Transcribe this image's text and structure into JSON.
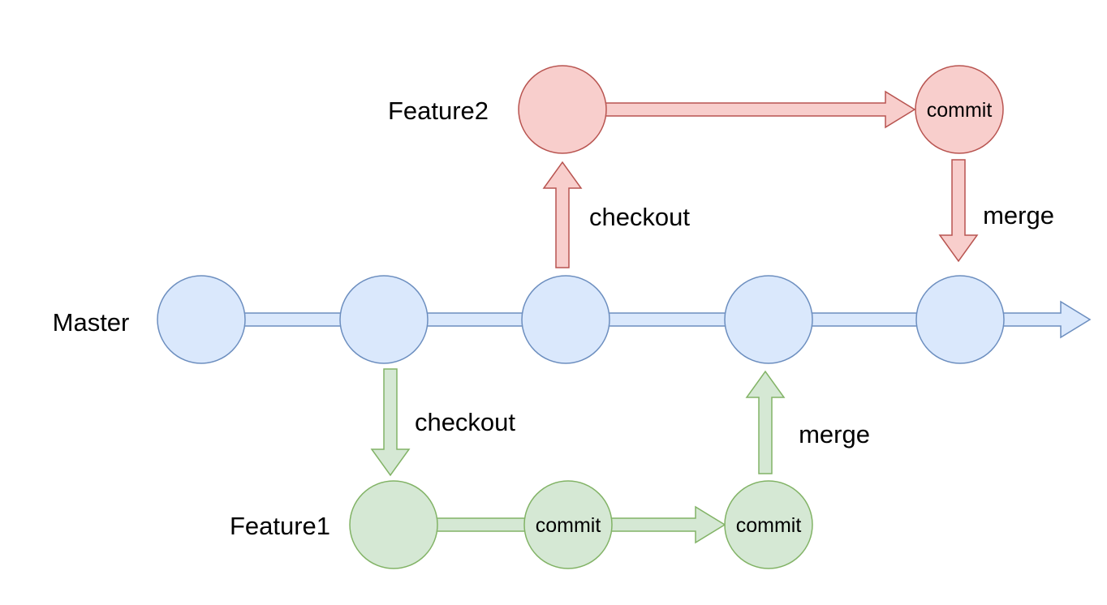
{
  "diagram": {
    "type": "git-branching-workflow"
  },
  "colors": {
    "background": "#ffffff",
    "text": "#000000",
    "master_fill": "#dae8fc",
    "master_stroke": "#6c8ebf",
    "feature1_fill": "#d5e8d4",
    "feature1_stroke": "#82b366",
    "feature2_fill": "#f8cecc",
    "feature2_stroke": "#b85450"
  },
  "branches": {
    "master": {
      "label": "Master"
    },
    "feature1": {
      "label": "Feature1"
    },
    "feature2": {
      "label": "Feature2"
    }
  },
  "nodes": {
    "feature2_commit": "commit",
    "feature1_commit1": "commit",
    "feature1_commit2": "commit"
  },
  "actions": {
    "feature2_checkout": "checkout",
    "feature2_merge": "merge",
    "feature1_checkout": "checkout",
    "feature1_merge": "merge"
  }
}
